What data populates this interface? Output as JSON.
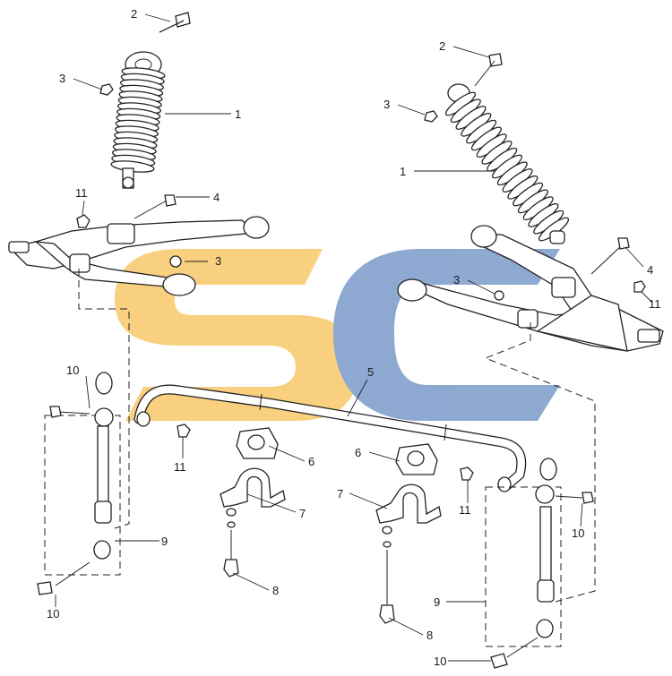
{
  "colors": {
    "logo_yellow": "#f7c86a",
    "logo_blue": "#7b9bc9",
    "line": "#222222"
  },
  "logo": {
    "text": "SC"
  },
  "callouts": {
    "c1a": "1",
    "c1b": "1",
    "c2a": "2",
    "c2b": "2",
    "c3a": "3",
    "c3b": "3",
    "c3c": "3",
    "c3d": "3",
    "c4a": "4",
    "c4b": "4",
    "c5": "5",
    "c6a": "6",
    "c6b": "6",
    "c7a": "7",
    "c7b": "7",
    "c8a": "8",
    "c8b": "8",
    "c9a": "9",
    "c9b": "9",
    "c10a": "10",
    "c10b": "10",
    "c10c": "10",
    "c10d": "10",
    "c11a": "11",
    "c11b": "11",
    "c11c": "11",
    "c11d": "11"
  }
}
